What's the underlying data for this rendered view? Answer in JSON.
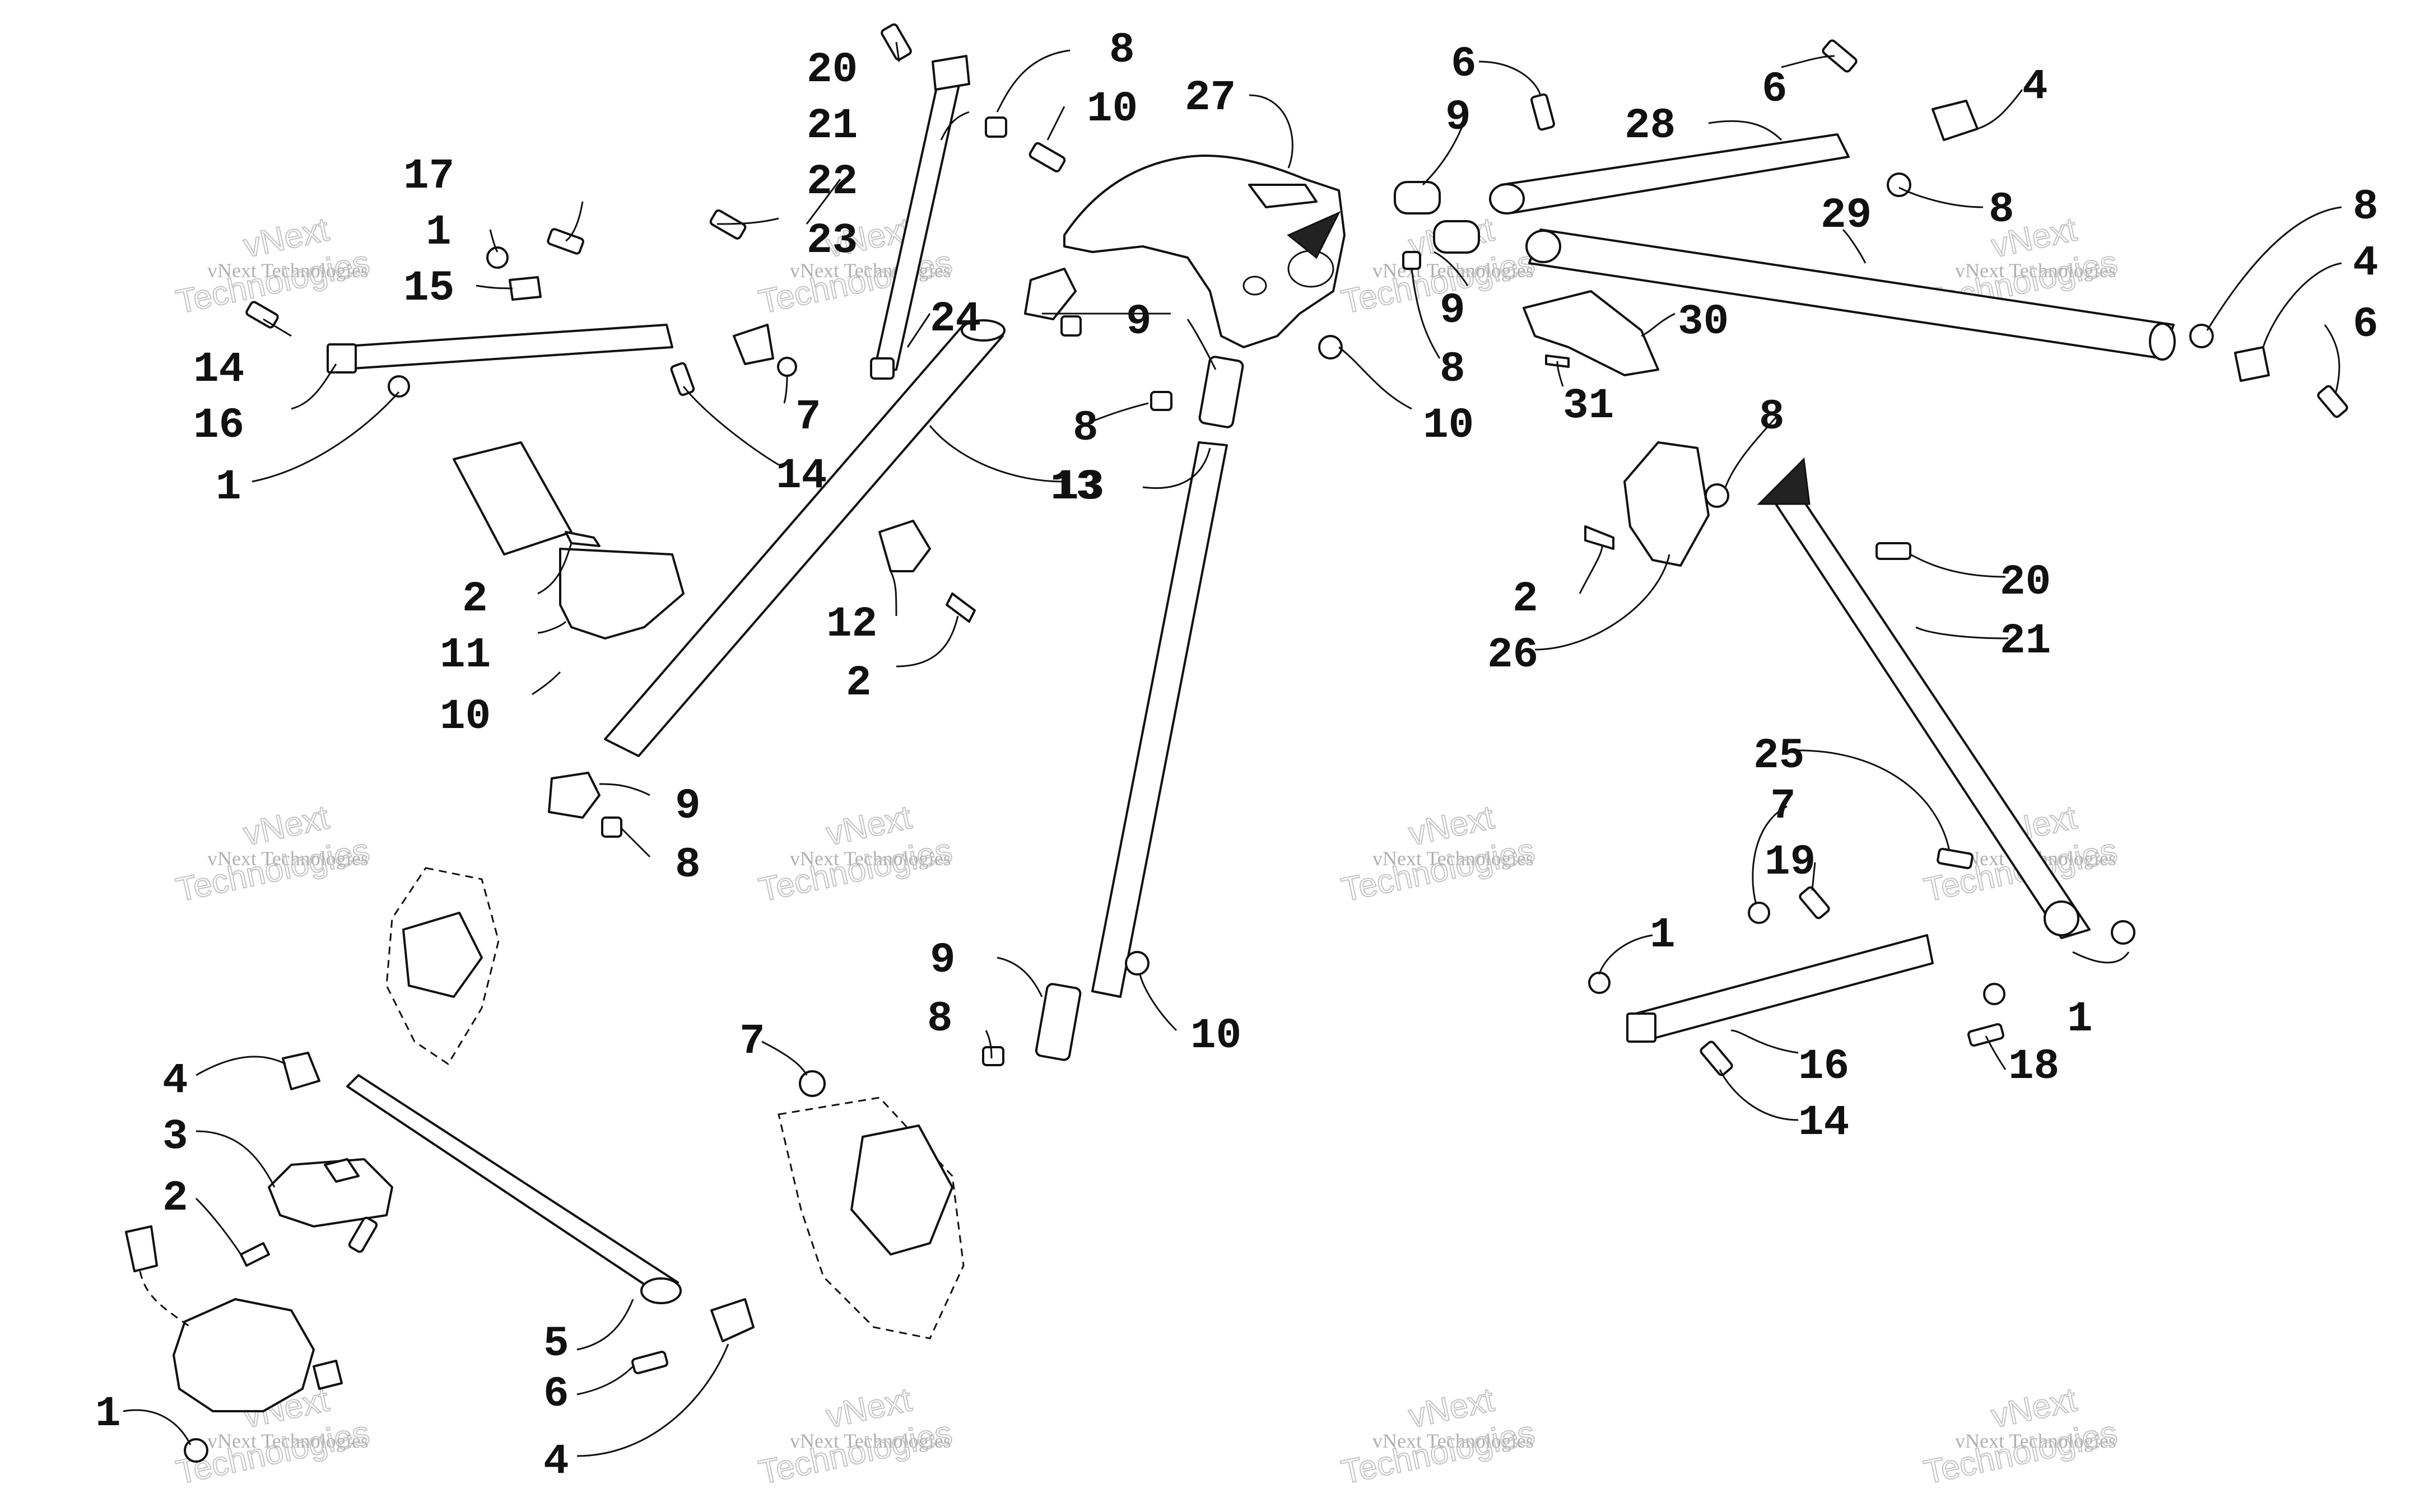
{
  "watermark": {
    "line1": "vNext Technologies",
    "line2": "vNext",
    "line3": "Technologies",
    "color": "#b0b0b0"
  },
  "callouts": [
    "1",
    "2",
    "3",
    "4",
    "5",
    "6",
    "7",
    "8",
    "9",
    "10",
    "11",
    "12",
    "13",
    "14",
    "15",
    "16",
    "17",
    "18",
    "19",
    "20",
    "21",
    "22",
    "23",
    "24",
    "25",
    "26",
    "27",
    "28",
    "29",
    "30",
    "31"
  ],
  "colors": {
    "line": "#111111",
    "background": "#ffffff"
  }
}
